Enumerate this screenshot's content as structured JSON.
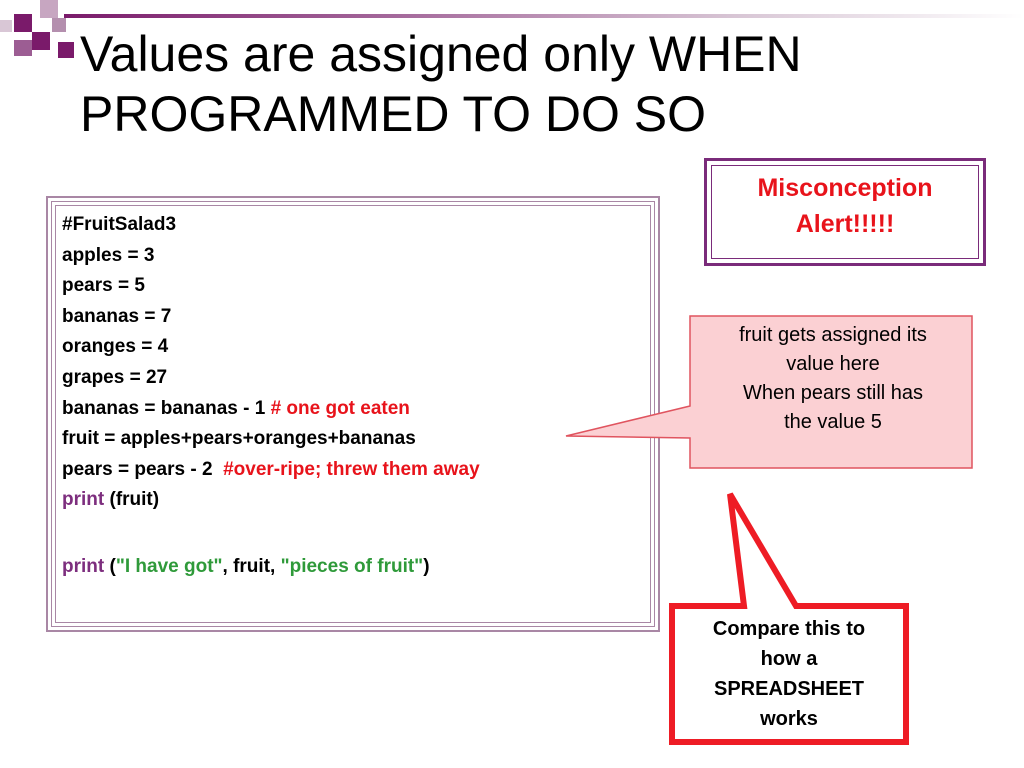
{
  "slide": {
    "title": "Values are assigned only WHEN PROGRAMMED TO DO SO",
    "colors": {
      "accent_purple": "#7a1a6a",
      "alert_red": "#e8131b",
      "keyword_purple": "#7d2e7e",
      "string_green": "#2f9a3a",
      "callout_fill": "#fbd0d3"
    }
  },
  "code": {
    "lines": [
      {
        "text": "#FruitSalad3"
      },
      {
        "text": "apples = 3"
      },
      {
        "text": "pears = 5"
      },
      {
        "text": "bananas = 7"
      },
      {
        "text": "oranges = 4"
      },
      {
        "text": "grapes = 27"
      },
      {
        "text": "bananas = bananas - 1 ",
        "comment": "# one got eaten"
      },
      {
        "text": "fruit = apples+pears+oranges+bananas"
      },
      {
        "text": "pears = pears - 2  ",
        "comment": "#over-ripe; threw them away"
      },
      {
        "keyword": "print",
        "rest": " (fruit)"
      },
      {
        "keyword": "print",
        "p_open": " (",
        "str1": "\"I have got\"",
        "mid": ", fruit, ",
        "str2": "\"pieces of fruit\"",
        "p_close": ")"
      }
    ]
  },
  "alert": {
    "line1": "Misconception",
    "line2": "Alert!!!!!"
  },
  "callout": {
    "line1": "fruit gets assigned its",
    "line2": "value here",
    "line3": "When pears still has",
    "line4": "the value 5"
  },
  "compare": {
    "line1": "Compare this to",
    "line2": "how a",
    "line3": "SPREADSHEET",
    "line4": "works"
  }
}
